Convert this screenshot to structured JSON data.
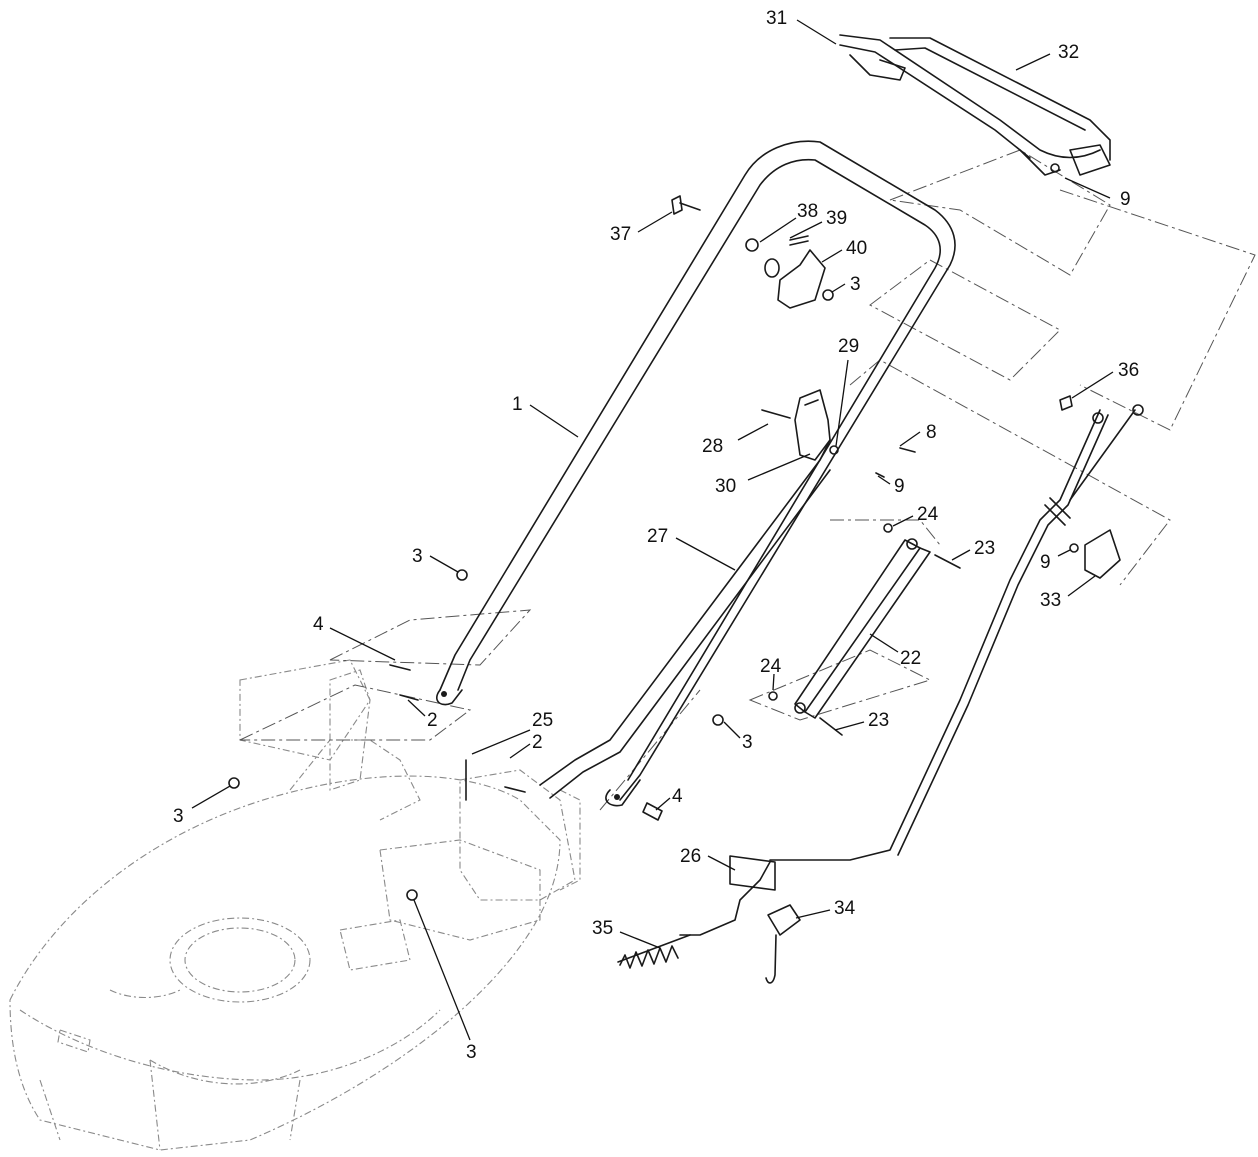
{
  "diagram": {
    "callouts": [
      {
        "id": "c31",
        "label": "31"
      },
      {
        "id": "c32",
        "label": "32"
      },
      {
        "id": "c9a",
        "label": "9"
      },
      {
        "id": "c37",
        "label": "37"
      },
      {
        "id": "c38",
        "label": "38"
      },
      {
        "id": "c39",
        "label": "39"
      },
      {
        "id": "c40",
        "label": "40"
      },
      {
        "id": "c3a",
        "label": "3"
      },
      {
        "id": "c29",
        "label": "29"
      },
      {
        "id": "c36",
        "label": "36"
      },
      {
        "id": "c1",
        "label": "1"
      },
      {
        "id": "c8",
        "label": "8"
      },
      {
        "id": "c28",
        "label": "28"
      },
      {
        "id": "c9b",
        "label": "9"
      },
      {
        "id": "c30",
        "label": "30"
      },
      {
        "id": "c24a",
        "label": "24"
      },
      {
        "id": "c27",
        "label": "27"
      },
      {
        "id": "c23a",
        "label": "23"
      },
      {
        "id": "c9c",
        "label": "9"
      },
      {
        "id": "c33",
        "label": "33"
      },
      {
        "id": "c3b",
        "label": "3"
      },
      {
        "id": "c22",
        "label": "22"
      },
      {
        "id": "c4a",
        "label": "4"
      },
      {
        "id": "c24b",
        "label": "24"
      },
      {
        "id": "c2a",
        "label": "2"
      },
      {
        "id": "c23b",
        "label": "23"
      },
      {
        "id": "c25",
        "label": "25"
      },
      {
        "id": "c2b",
        "label": "2"
      },
      {
        "id": "c3c",
        "label": "3"
      },
      {
        "id": "c3d",
        "label": "3"
      },
      {
        "id": "c4b",
        "label": "4"
      },
      {
        "id": "c26",
        "label": "26"
      },
      {
        "id": "c34",
        "label": "34"
      },
      {
        "id": "c35",
        "label": "35"
      },
      {
        "id": "c3e",
        "label": "3"
      }
    ]
  }
}
